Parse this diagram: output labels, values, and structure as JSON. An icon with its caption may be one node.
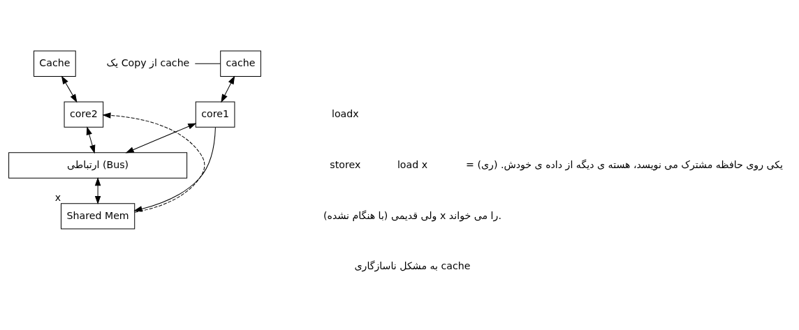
{
  "diagram": {
    "nodes": [
      {
        "text": [
          "cache"
        ]
      },
      {
        "text": [
          "Cache"
        ]
      },
      {
        "text": [
          "core1"
        ]
      },
      {
        "text": [
          "core2"
        ]
      },
      {
        "text": [
          "ارتباطی (Bus)"
        ]
      },
      {
        "text": [
          "Shared Mem"
        ],
        "beside": [
          "x"
        ]
      },
      {
        "text": [
          "یک Copy از cache"
        ]
      }
    ],
    "edges": [
      {
        "from": 0,
        "to": 2,
        "arrow": "both"
      },
      {
        "from": 1,
        "to": 3,
        "arrow": "both"
      },
      {
        "from": 2,
        "to": 4,
        "arrow": "both"
      },
      {
        "from": 3,
        "to": 4,
        "arrow": "both"
      },
      {
        "from": 4,
        "to": 5,
        "arrow": "both"
      },
      {
        "from": 2,
        "to": 5,
        "arrow": "to"
      },
      {
        "from": 5,
        "to": 3,
        "arrow": "to",
        "style": "dashed"
      },
      {
        "from": 6,
        "to": 0,
        "arrow": "none"
      }
    ],
    "labels": [
      "loadx",
      "storex",
      "load x",
      "= یکی روی حافظه مشترک می نویسد، هسته ی دیگه از داده ی خودش. (ری)",
      "ولی قدیمی (با هنگام نشده) x را می خواند.",
      "به مشکل ناسازگاری cache"
    ]
  }
}
